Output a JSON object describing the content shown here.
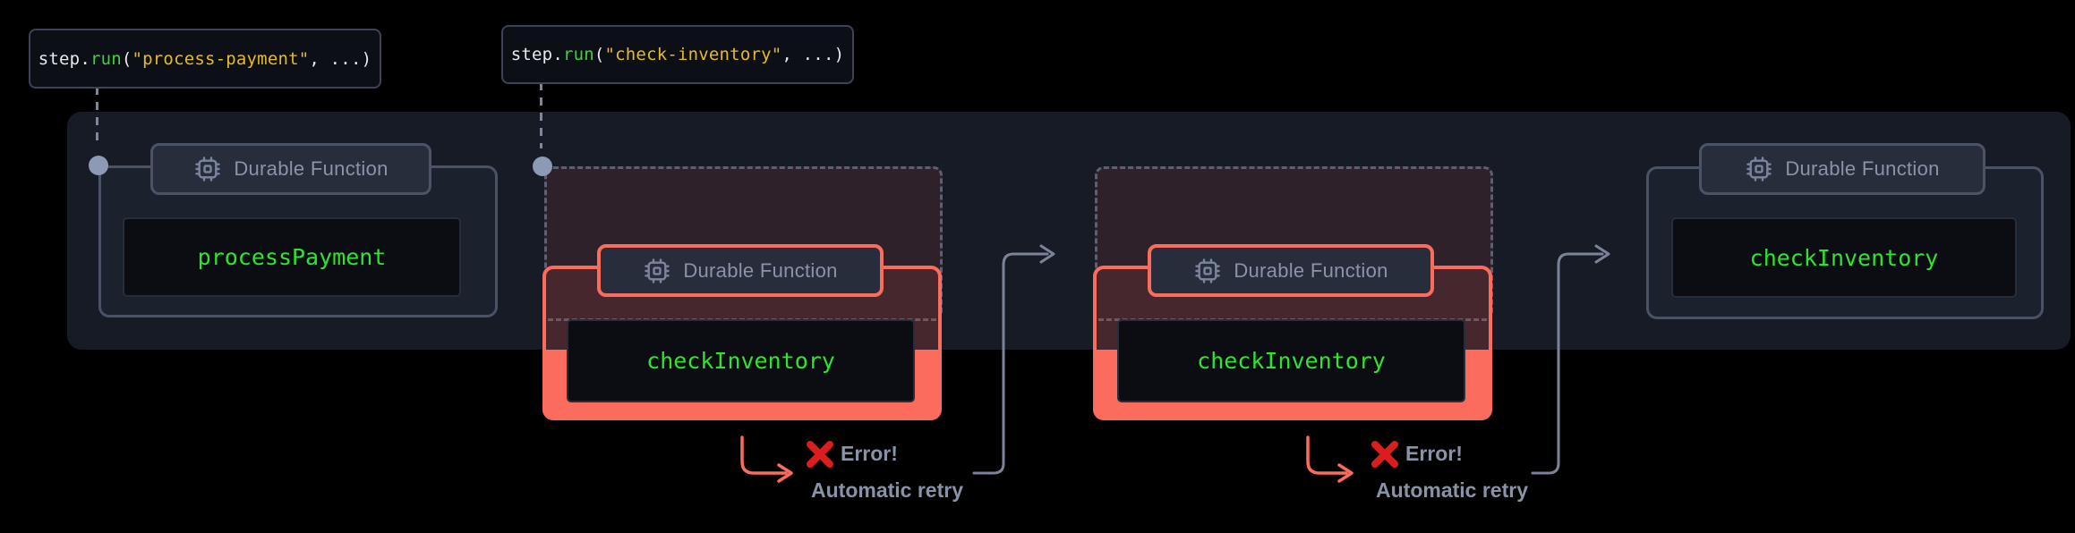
{
  "diagram": {
    "badge_label": "Durable Function",
    "code_labels": [
      {
        "obj": "step",
        "dot": ".",
        "method": "run",
        "open": "(",
        "arg": "\"process-payment\"",
        "close": ", ...)"
      },
      {
        "obj": "step",
        "dot": ".",
        "method": "run",
        "open": "(",
        "arg": "\"check-inventory\"",
        "close": ", ...)"
      }
    ],
    "functions": [
      {
        "name": "processPayment",
        "status": "success"
      },
      {
        "name": "checkInventory",
        "status": "error"
      },
      {
        "name": "checkInventory",
        "status": "error"
      },
      {
        "name": "checkInventory",
        "status": "success"
      }
    ],
    "error_blocks": [
      {
        "icon": "x-cross",
        "title": "Error!",
        "subtitle": "Automatic retry"
      },
      {
        "icon": "x-cross",
        "title": "Error!",
        "subtitle": "Automatic retry"
      }
    ],
    "colors": {
      "accent_red": "#fc6c5c",
      "success_green": "#2ee52e",
      "method_green": "#3ed13e",
      "string_yellow": "#e5bb24",
      "muted_text": "#8a92a8",
      "error_x_red": "#dc1d1d",
      "container_bg": "#161b26",
      "dot_gray": "#8d99b5"
    }
  }
}
